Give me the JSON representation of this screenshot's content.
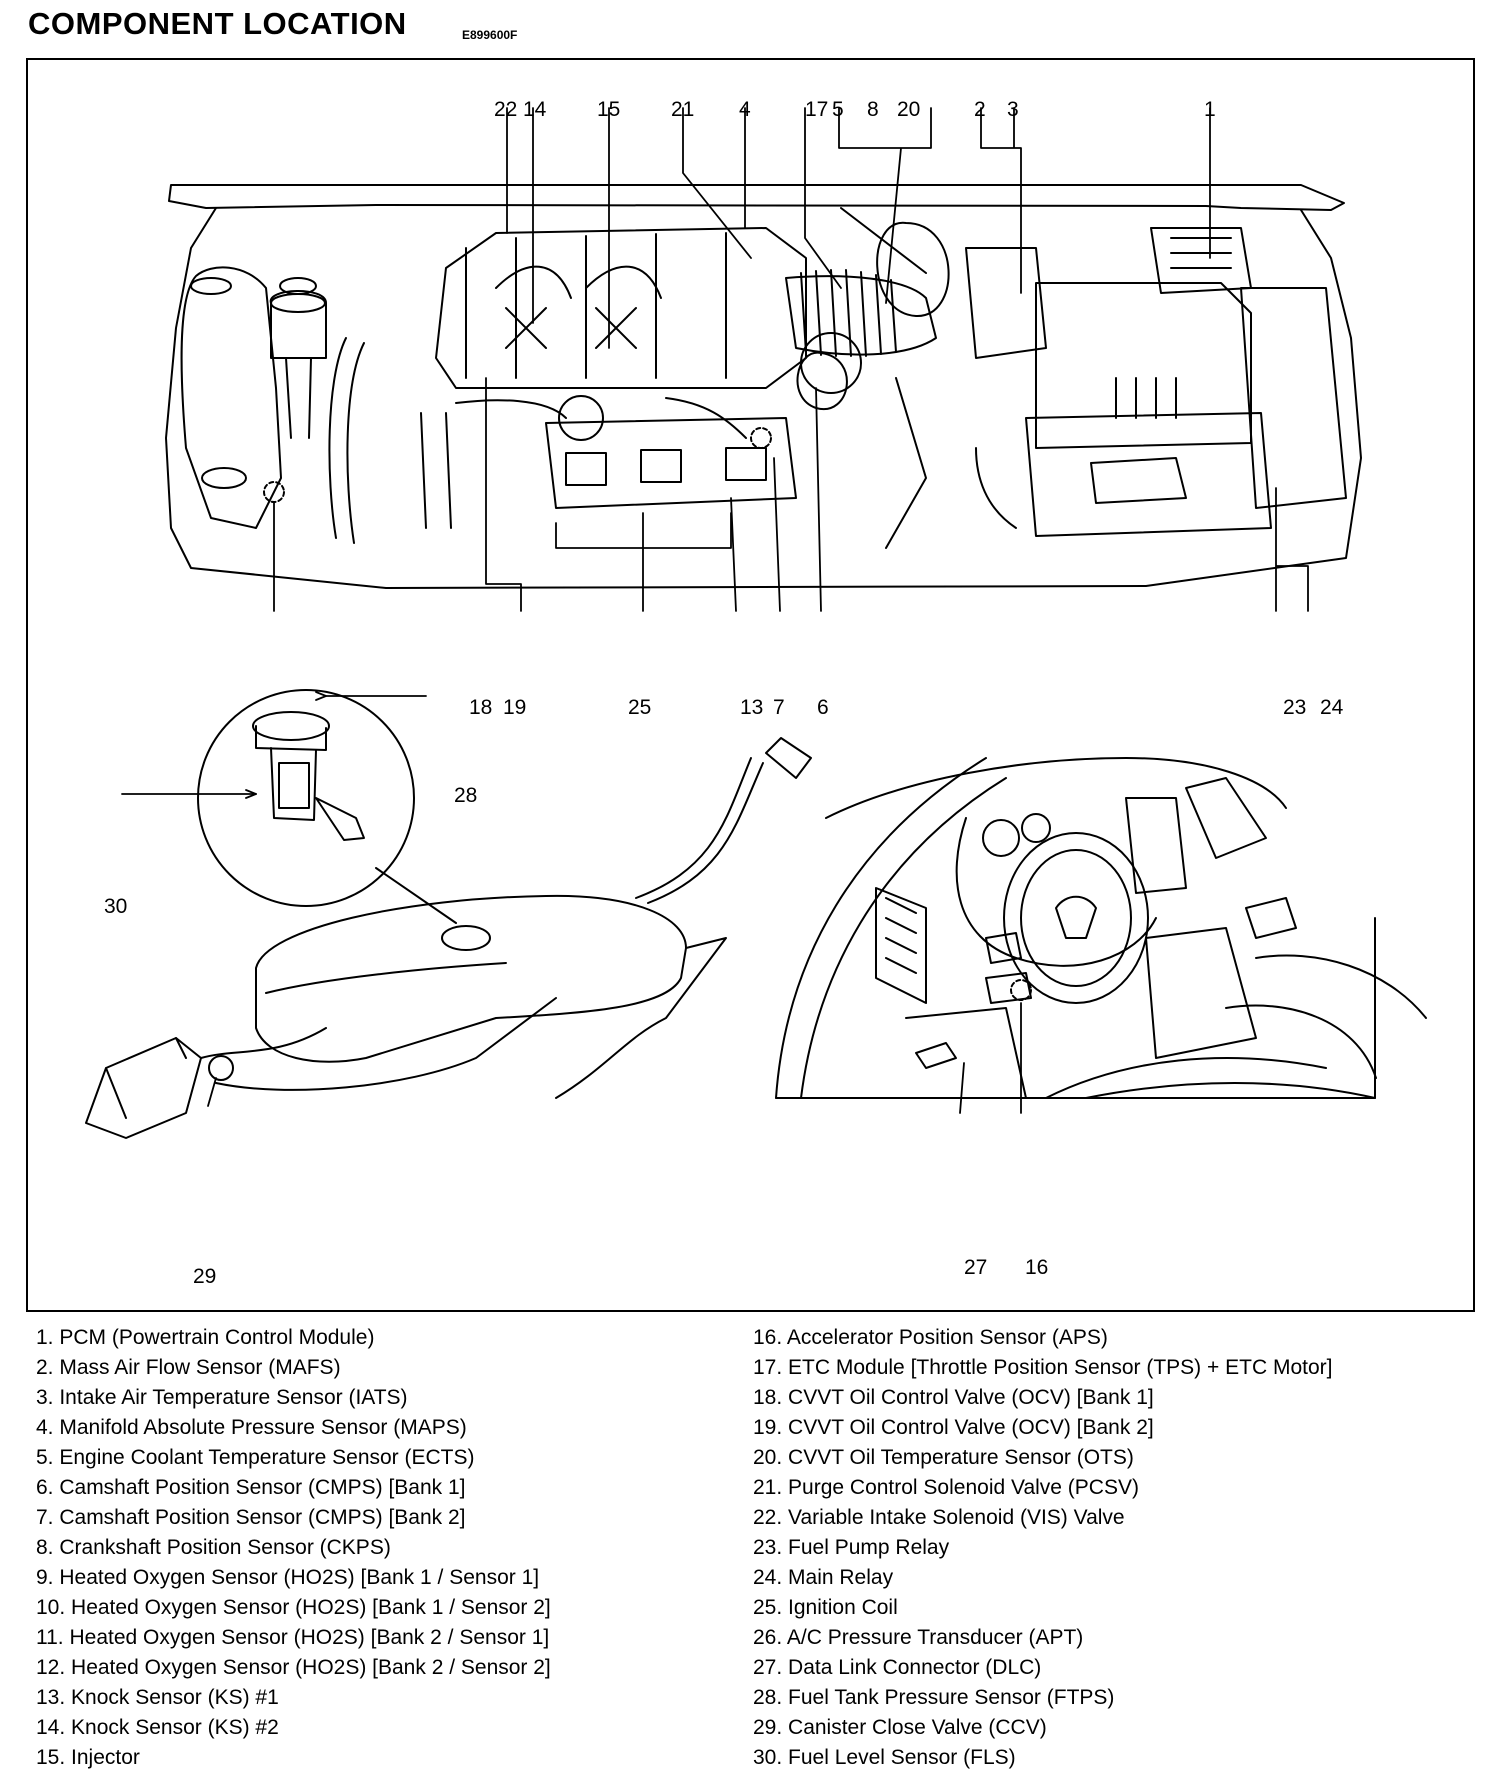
{
  "header": {
    "title": "COMPONENT LOCATION",
    "code": "E899600F"
  },
  "callouts": {
    "c22": "22",
    "c14": "14",
    "c15": "15",
    "c21": "21",
    "c4": "4",
    "c17": "17",
    "c5": "5",
    "c8": "8",
    "c20": "20",
    "c2": "2",
    "c3": "3",
    "c1": "1",
    "c18": "18",
    "c19": "19",
    "c25": "25",
    "c13": "13",
    "c7": "7",
    "c6": "6",
    "c23": "23",
    "c24": "24",
    "c28": "28",
    "c30": "30",
    "c29": "29",
    "c27": "27",
    "c16": "16"
  },
  "legend_left": [
    "1. PCM (Powertrain Control Module)",
    "2. Mass Air Flow Sensor (MAFS)",
    "3. Intake Air Temperature Sensor (IATS)",
    "4. Manifold Absolute Pressure Sensor (MAPS)",
    "5. Engine Coolant Temperature Sensor (ECTS)",
    "6. Camshaft Position Sensor (CMPS) [Bank 1]",
    "7. Camshaft Position Sensor (CMPS) [Bank 2]",
    "8. Crankshaft Position Sensor (CKPS)",
    "9. Heated Oxygen Sensor (HO2S) [Bank 1 / Sensor 1]",
    "10. Heated Oxygen Sensor (HO2S) [Bank 1 / Sensor 2]",
    "11. Heated Oxygen Sensor (HO2S) [Bank 2 / Sensor 1]",
    "12. Heated Oxygen Sensor (HO2S) [Bank 2 / Sensor 2]",
    "13. Knock Sensor (KS) #1",
    "14. Knock Sensor (KS) #2",
    "15. Injector"
  ],
  "legend_right": [
    "16. Accelerator Position Sensor (APS)",
    "17. ETC Module [Throttle Position Sensor (TPS) + ETC Motor]",
    "18. CVVT Oil Control Valve (OCV) [Bank 1]",
    "19. CVVT Oil Control Valve (OCV) [Bank 2]",
    "20. CVVT Oil Temperature Sensor (OTS)",
    "21. Purge Control Solenoid Valve (PCSV)",
    "22. Variable Intake Solenoid (VIS) Valve",
    "23. Fuel Pump Relay",
    "24. Main Relay",
    "25. Ignition Coil",
    "26. A/C Pressure Transducer (APT)",
    "27. Data Link Connector (DLC)",
    "28. Fuel Tank Pressure Sensor (FTPS)",
    "29. Canister Close Valve (CCV)",
    "30. Fuel Level Sensor (FLS)"
  ]
}
